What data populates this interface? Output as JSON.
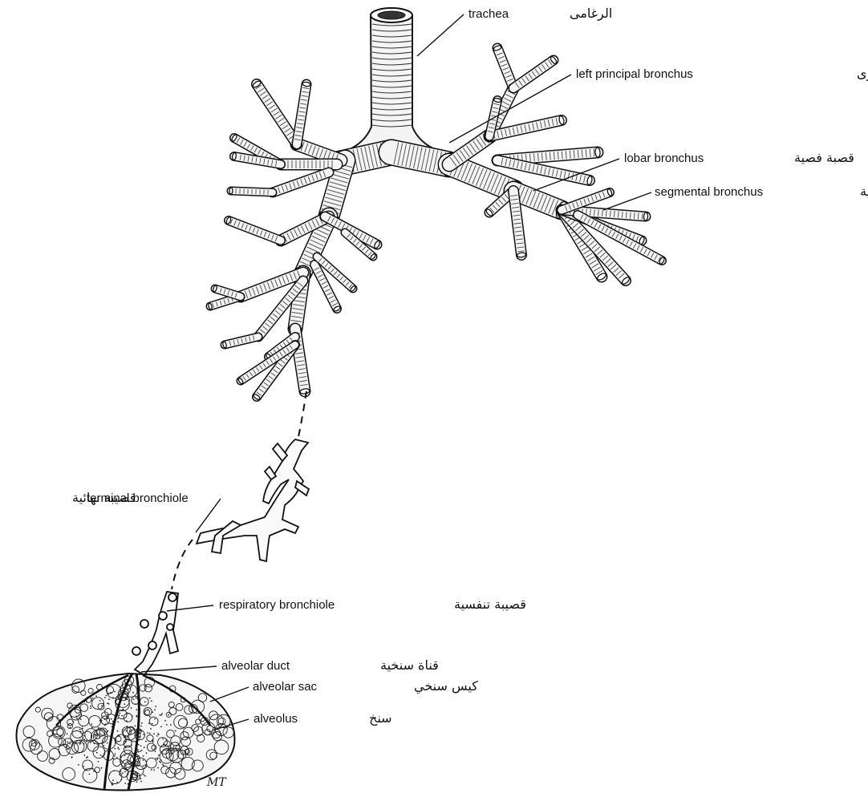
{
  "labels": {
    "trachea": {
      "en": "trachea",
      "ar": "الرغامى"
    },
    "left_principal_bronchus": {
      "en": "left principal bronchus",
      "ar": "القصبة الرئيسة اليسرى"
    },
    "lobar_bronchus": {
      "en": "lobar bronchus",
      "ar": "قصبة فصية"
    },
    "segmental_bronchus": {
      "en": "segmental bronchus",
      "ar": "قصبة قطعية"
    },
    "terminal_bronchiole": {
      "en": "terminal bronchiole",
      "ar": "قصيبة نهائية"
    },
    "respiratory_bronchiole": {
      "en": "respiratory bronchiole",
      "ar": "قصيبة تنفسية"
    },
    "alveolar_duct": {
      "en": "alveolar duct",
      "ar": "قناة سنخية"
    },
    "alveolar_sac": {
      "en": "alveolar sac",
      "ar": "كيس سنخي"
    },
    "alveolus": {
      "en": "alveolus",
      "ar": "سنخ"
    }
  },
  "signature": "MT",
  "colors": {
    "ink": "#111111",
    "paper": "#ffffff"
  }
}
